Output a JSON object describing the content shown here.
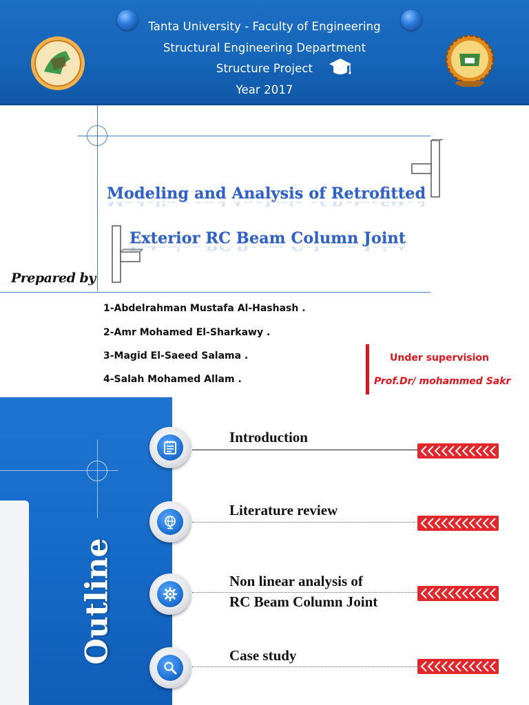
{
  "header": {
    "lines": [
      "Tanta University - Faculty of Engineering",
      "Structural  Engineering  Department",
      "Structure Project",
      "Year 2017"
    ],
    "colors": {
      "band": "#1564b8",
      "text": "#ffffff"
    },
    "icons": [
      "university-logo-icon",
      "graduation-cap-icon",
      "faculty-logo-icon"
    ]
  },
  "title": {
    "line1": "Modeling and Analysis of Retrofitted",
    "line2": "Exterior RC Beam Column Joint",
    "color": "#2f62c8"
  },
  "prepared_by": {
    "label": "Prepared by",
    "names": [
      "1-Abdelrahman Mustafa  Al-Hashash .",
      "2-Amr Mohamed El-Sharkawy  .",
      "3-Magid El-Saeed Salama  .",
      "4-Salah Mohamed Allam  ."
    ]
  },
  "supervision": {
    "label": "Under supervision",
    "supervisor": "Prof.Dr/ mohammed Sakr",
    "color": "#e0141b"
  },
  "outline": {
    "heading": "Outline",
    "items": [
      {
        "title": "Introduction",
        "icon": "notepad-icon"
      },
      {
        "title": "Literature review",
        "icon": "globe-icon"
      },
      {
        "title_lines": [
          "Non linear analysis of",
          "RC Beam Column Joint"
        ],
        "icon": "gear-icon"
      },
      {
        "title": "Case study",
        "icon": "magnifier-icon"
      }
    ]
  }
}
